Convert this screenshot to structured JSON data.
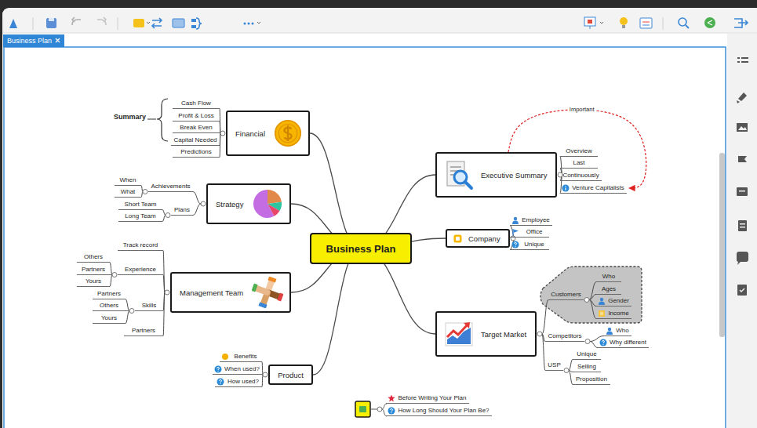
{
  "diagram": {
    "nodes": [
      {
        "text": [
          "Business Plan"
        ]
      },
      {
        "text": [
          "Financial"
        ]
      },
      {
        "text": [
          "Cash Flow"
        ]
      },
      {
        "text": [
          "Profit & Loss"
        ]
      },
      {
        "text": [
          "Break Even"
        ]
      },
      {
        "text": [
          "Capital Needed"
        ]
      },
      {
        "text": [
          "Predictions"
        ]
      },
      {
        "text": [
          "Strategy"
        ]
      },
      {
        "text": [
          "Achievements"
        ]
      },
      {
        "text": [
          "When"
        ]
      },
      {
        "text": [
          "What"
        ]
      },
      {
        "text": [
          "Plans"
        ]
      },
      {
        "text": [
          "Short Team"
        ]
      },
      {
        "text": [
          "Long Team"
        ]
      },
      {
        "text": [
          "Management Team"
        ]
      },
      {
        "text": [
          "Track record"
        ]
      },
      {
        "text": [
          "Experience"
        ]
      },
      {
        "text": [
          "Others"
        ]
      },
      {
        "text": [
          "Partners"
        ]
      },
      {
        "text": [
          "Yours"
        ]
      },
      {
        "text": [
          "Skills"
        ]
      },
      {
        "text": [
          "Partners"
        ]
      },
      {
        "text": [
          "Others"
        ]
      },
      {
        "text": [
          "Yours"
        ]
      },
      {
        "text": [
          "Partners"
        ]
      },
      {
        "text": [
          "Product"
        ]
      },
      {
        "text": [
          "Benefits"
        ]
      },
      {
        "text": [
          "When used?"
        ]
      },
      {
        "text": [
          "How used?"
        ]
      },
      {
        "text": [
          "Executive Summary"
        ]
      },
      {
        "text": [
          "Overview"
        ]
      },
      {
        "text": [
          "Last"
        ]
      },
      {
        "text": [
          "Continuously"
        ]
      },
      {
        "text": [
          "Venture Capitalists"
        ]
      },
      {
        "text": [
          "Company"
        ]
      },
      {
        "text": [
          "Employee"
        ]
      },
      {
        "text": [
          "Office"
        ]
      },
      {
        "text": [
          "Unique"
        ]
      },
      {
        "text": [
          "Target Market"
        ]
      },
      {
        "text": [
          "Customers"
        ]
      },
      {
        "text": [
          "Who"
        ]
      },
      {
        "text": [
          "Ages"
        ]
      },
      {
        "text": [
          "Gender"
        ]
      },
      {
        "text": [
          "Income"
        ]
      },
      {
        "text": [
          "Competitors"
        ]
      },
      {
        "text": [
          "Who"
        ]
      },
      {
        "text": [
          "Why different"
        ]
      },
      {
        "text": [
          "USP"
        ]
      },
      {
        "text": [
          "Unique"
        ]
      },
      {
        "text": [
          "Selling"
        ]
      },
      {
        "text": [
          "Proposition"
        ]
      },
      {
        "text": [
          "Before Writing Your Plan"
        ]
      },
      {
        "text": [
          "How Long Should Your Plan Be?"
        ]
      }
    ],
    "edges": [
      {
        "from": 0,
        "to": 1,
        "arrow": "none"
      },
      {
        "from": 1,
        "to": 2,
        "arrow": "none"
      },
      {
        "from": 1,
        "to": 3,
        "arrow": "none"
      },
      {
        "from": 1,
        "to": 4,
        "arrow": "none"
      },
      {
        "from": 1,
        "to": 5,
        "arrow": "none"
      },
      {
        "from": 1,
        "to": 6,
        "arrow": "none"
      },
      {
        "from": 0,
        "to": 7,
        "arrow": "none"
      },
      {
        "from": 7,
        "to": 8,
        "arrow": "none"
      },
      {
        "from": 8,
        "to": 9,
        "arrow": "none"
      },
      {
        "from": 8,
        "to": 10,
        "arrow": "none"
      },
      {
        "from": 7,
        "to": 11,
        "arrow": "none"
      },
      {
        "from": 11,
        "to": 12,
        "arrow": "none"
      },
      {
        "from": 11,
        "to": 13,
        "arrow": "none"
      },
      {
        "from": 0,
        "to": 14,
        "arrow": "none"
      },
      {
        "from": 14,
        "to": 15,
        "arrow": "none"
      },
      {
        "from": 14,
        "to": 16,
        "arrow": "none"
      },
      {
        "from": 16,
        "to": 17,
        "arrow": "none"
      },
      {
        "from": 16,
        "to": 18,
        "arrow": "none"
      },
      {
        "from": 16,
        "to": 19,
        "arrow": "none"
      },
      {
        "from": 14,
        "to": 20,
        "arrow": "none"
      },
      {
        "from": 20,
        "to": 21,
        "arrow": "none"
      },
      {
        "from": 20,
        "to": 22,
        "arrow": "none"
      },
      {
        "from": 20,
        "to": 23,
        "arrow": "none"
      },
      {
        "from": 14,
        "to": 24,
        "arrow": "none"
      },
      {
        "from": 0,
        "to": 25,
        "arrow": "none"
      },
      {
        "from": 25,
        "to": 26,
        "arrow": "none"
      },
      {
        "from": 25,
        "to": 27,
        "arrow": "none"
      },
      {
        "from": 25,
        "to": 28,
        "arrow": "none"
      },
      {
        "from": 0,
        "to": 29,
        "arrow": "none"
      },
      {
        "from": 29,
        "to": 30,
        "arrow": "none"
      },
      {
        "from": 29,
        "to": 31,
        "arrow": "none"
      },
      {
        "from": 29,
        "to": 32,
        "arrow": "none"
      },
      {
        "from": 29,
        "to": 33,
        "arrow": "none"
      },
      {
        "from": 29,
        "to": 33,
        "label": "Important",
        "arrow": "to"
      },
      {
        "from": 0,
        "to": 34,
        "arrow": "none"
      },
      {
        "from": 34,
        "to": 35,
        "arrow": "none"
      },
      {
        "from": 34,
        "to": 36,
        "arrow": "none"
      },
      {
        "from": 34,
        "to": 37,
        "arrow": "none"
      },
      {
        "from": 0,
        "to": 38,
        "arrow": "none"
      },
      {
        "from": 38,
        "to": 39,
        "arrow": "none"
      },
      {
        "from": 39,
        "to": 40,
        "arrow": "none"
      },
      {
        "from": 39,
        "to": 41,
        "arrow": "none"
      },
      {
        "from": 39,
        "to": 42,
        "arrow": "none"
      },
      {
        "from": 39,
        "to": 43,
        "arrow": "none"
      },
      {
        "from": 38,
        "to": 44,
        "arrow": "none"
      },
      {
        "from": 44,
        "to": 45,
        "arrow": "none"
      },
      {
        "from": 44,
        "to": 46,
        "arrow": "none"
      },
      {
        "from": 38,
        "to": 47,
        "arrow": "none"
      },
      {
        "from": 47,
        "to": 48,
        "arrow": "none"
      },
      {
        "from": 47,
        "to": 49,
        "arrow": "none"
      },
      {
        "from": 47,
        "to": 50,
        "arrow": "none"
      }
    ],
    "labels": [
      "Business Plan",
      "Summary"
    ]
  }
}
